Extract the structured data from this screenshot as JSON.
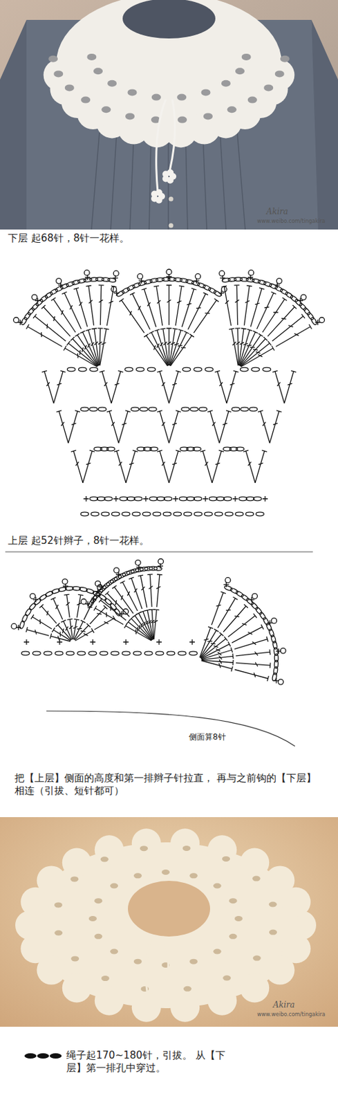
{
  "diagram": {
    "labels": [
      "Akira",
      "www.weibo.com/tingakira",
      "下层 起68针，8针一花样。",
      "上层 起52针辫子，8针一花样。",
      "侧面算8针",
      "把【上层】侧面的高度和第一排辫子针拉直， 再与之前钩的【下层】相连（引拔、短针都可）",
      "Akira",
      "www.weibo.com/tingakira",
      "绳子起170~180针，引拔。 从【下层】第一排孔中穿过。"
    ]
  }
}
